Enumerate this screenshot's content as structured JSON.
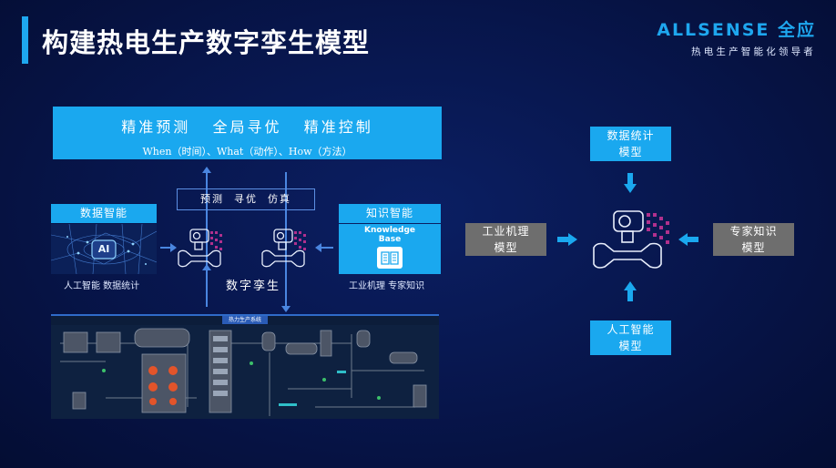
{
  "header": {
    "title": "构建热电生产数字孪生模型",
    "brand_name": "ALLSENSE 全应",
    "brand_tagline": "热电生产智能化领导者"
  },
  "left_diagram": {
    "banner_heading": "精准预测   全局寻优   精准控制",
    "banner_sub": "When（时间）、What（动作）、How（方法）",
    "sim_label": "预测  寻优  仿真",
    "data_intel_label": "数据智能",
    "knowledge_label": "知识智能",
    "ai_badge": "AI",
    "kb_text_1": "Knowledge",
    "kb_text_2": "Base",
    "left_caption": "人工智能 数据统计",
    "right_caption": "工业机理 专家知识",
    "twin_label": "数字孪生",
    "scada_title": "热力生产系统"
  },
  "right_diagram": {
    "top_model": "数据统计\n模型",
    "bottom_model": "人工智能\n模型",
    "left_model": "工业机理\n模型",
    "right_model": "专家知识\n模型"
  },
  "colors": {
    "accent": "#1aa8ef",
    "arrow": "#4a86e0",
    "gray_box": "#6e6e6e",
    "background": "#07154a",
    "pink_signal": "#b0308d"
  },
  "icons": {
    "flowmeter": "flowmeter-icon",
    "book": "book-icon"
  }
}
